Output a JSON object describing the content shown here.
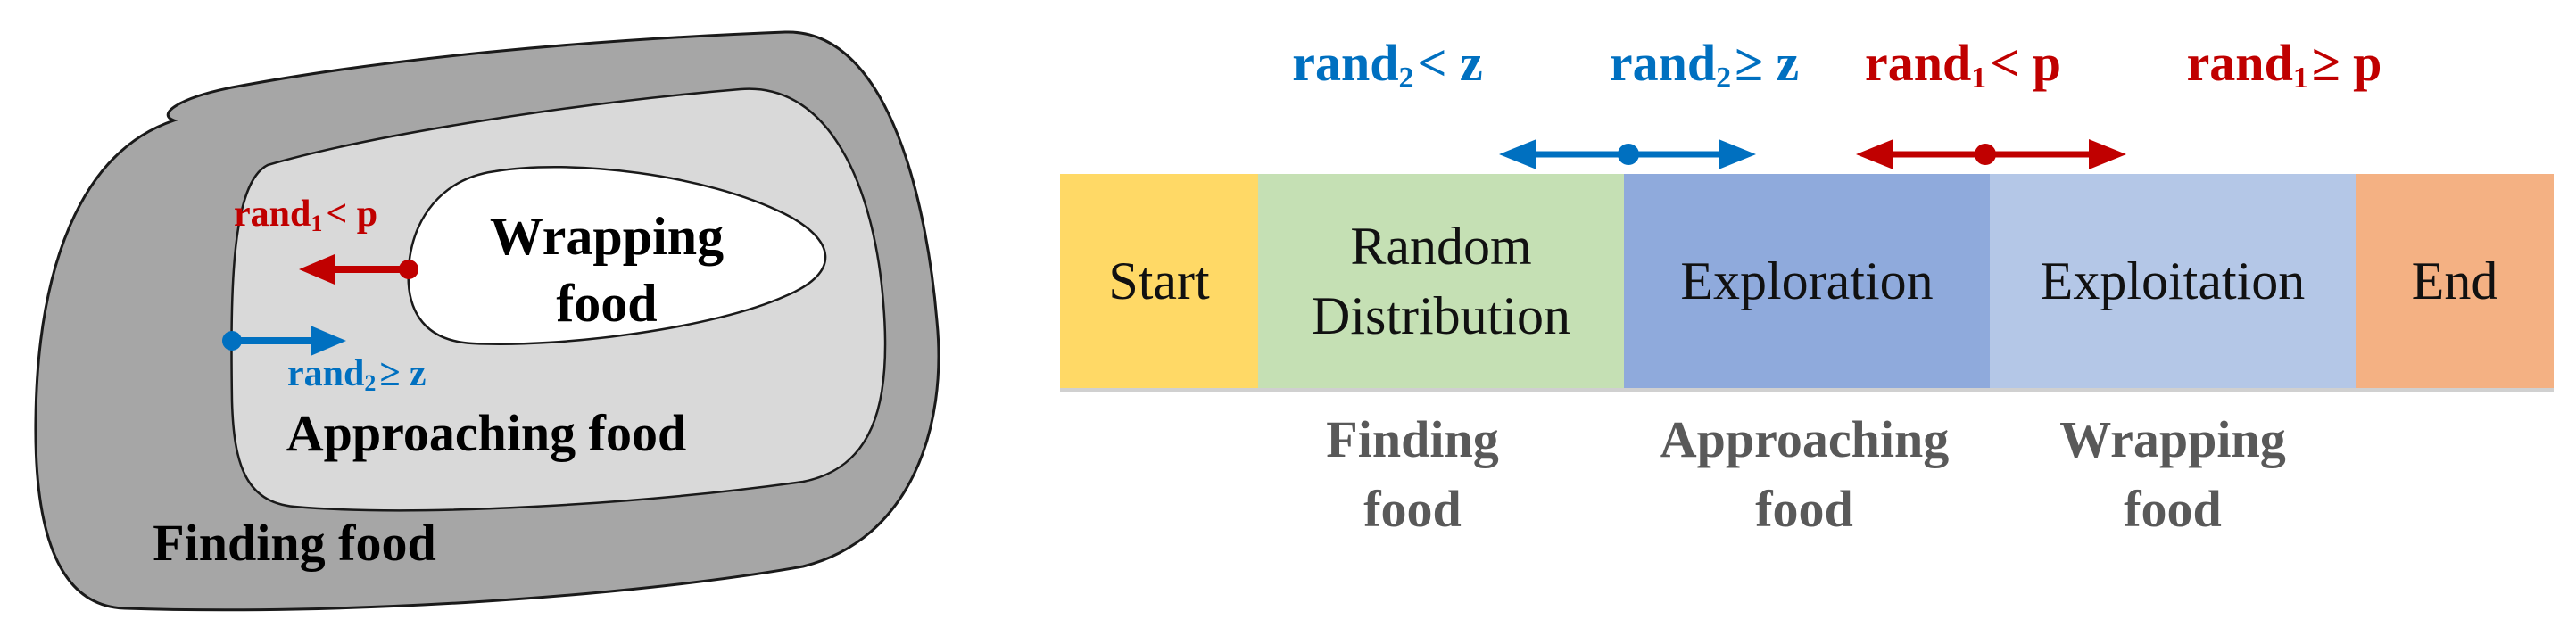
{
  "colors": {
    "outer_region": "#a6a6a6",
    "middle_region": "#d9d9d9",
    "inner_region": "#ffffff",
    "outline": "#1a1a1a",
    "red": "#c00000",
    "blue": "#0070c0",
    "gray_text": "#595959",
    "start_box": "#ffd966",
    "random_box": "#c5e0b4",
    "exploration_box": "#8faadc",
    "exploitation_box": "#b4c7e7",
    "end_box": "#f4b183"
  },
  "left_diagram": {
    "outer_label": "Finding food",
    "middle_label": "Approaching food",
    "inner_label_line1": "Wrapping",
    "inner_label_line2": "food",
    "red_arrow_label": {
      "base": "rand",
      "sub": "1",
      "rel": "< p"
    },
    "blue_arrow_label": {
      "base": "rand",
      "sub": "2",
      "rel": "≥ z"
    }
  },
  "timeline": {
    "boxes": [
      {
        "id": "start",
        "lines": [
          "Start"
        ]
      },
      {
        "id": "random",
        "lines": [
          "Random",
          "Distribution"
        ]
      },
      {
        "id": "exploration",
        "lines": [
          "Exploration"
        ]
      },
      {
        "id": "exploitation",
        "lines": [
          "Exploitation"
        ]
      },
      {
        "id": "end",
        "lines": [
          "End"
        ]
      }
    ],
    "top_conditions": [
      {
        "base": "rand",
        "sub": "2",
        "rel": "< z"
      },
      {
        "base": "rand",
        "sub": "2",
        "rel": "≥ z"
      },
      {
        "base": "rand",
        "sub": "1",
        "rel": "< p"
      },
      {
        "base": "rand",
        "sub": "1",
        "rel": "≥ p"
      }
    ],
    "phase_labels": [
      {
        "line1": "Finding",
        "line2": "food"
      },
      {
        "line1": "Approaching",
        "line2": "food"
      },
      {
        "line1": "Wrapping",
        "line2": "food"
      }
    ]
  }
}
